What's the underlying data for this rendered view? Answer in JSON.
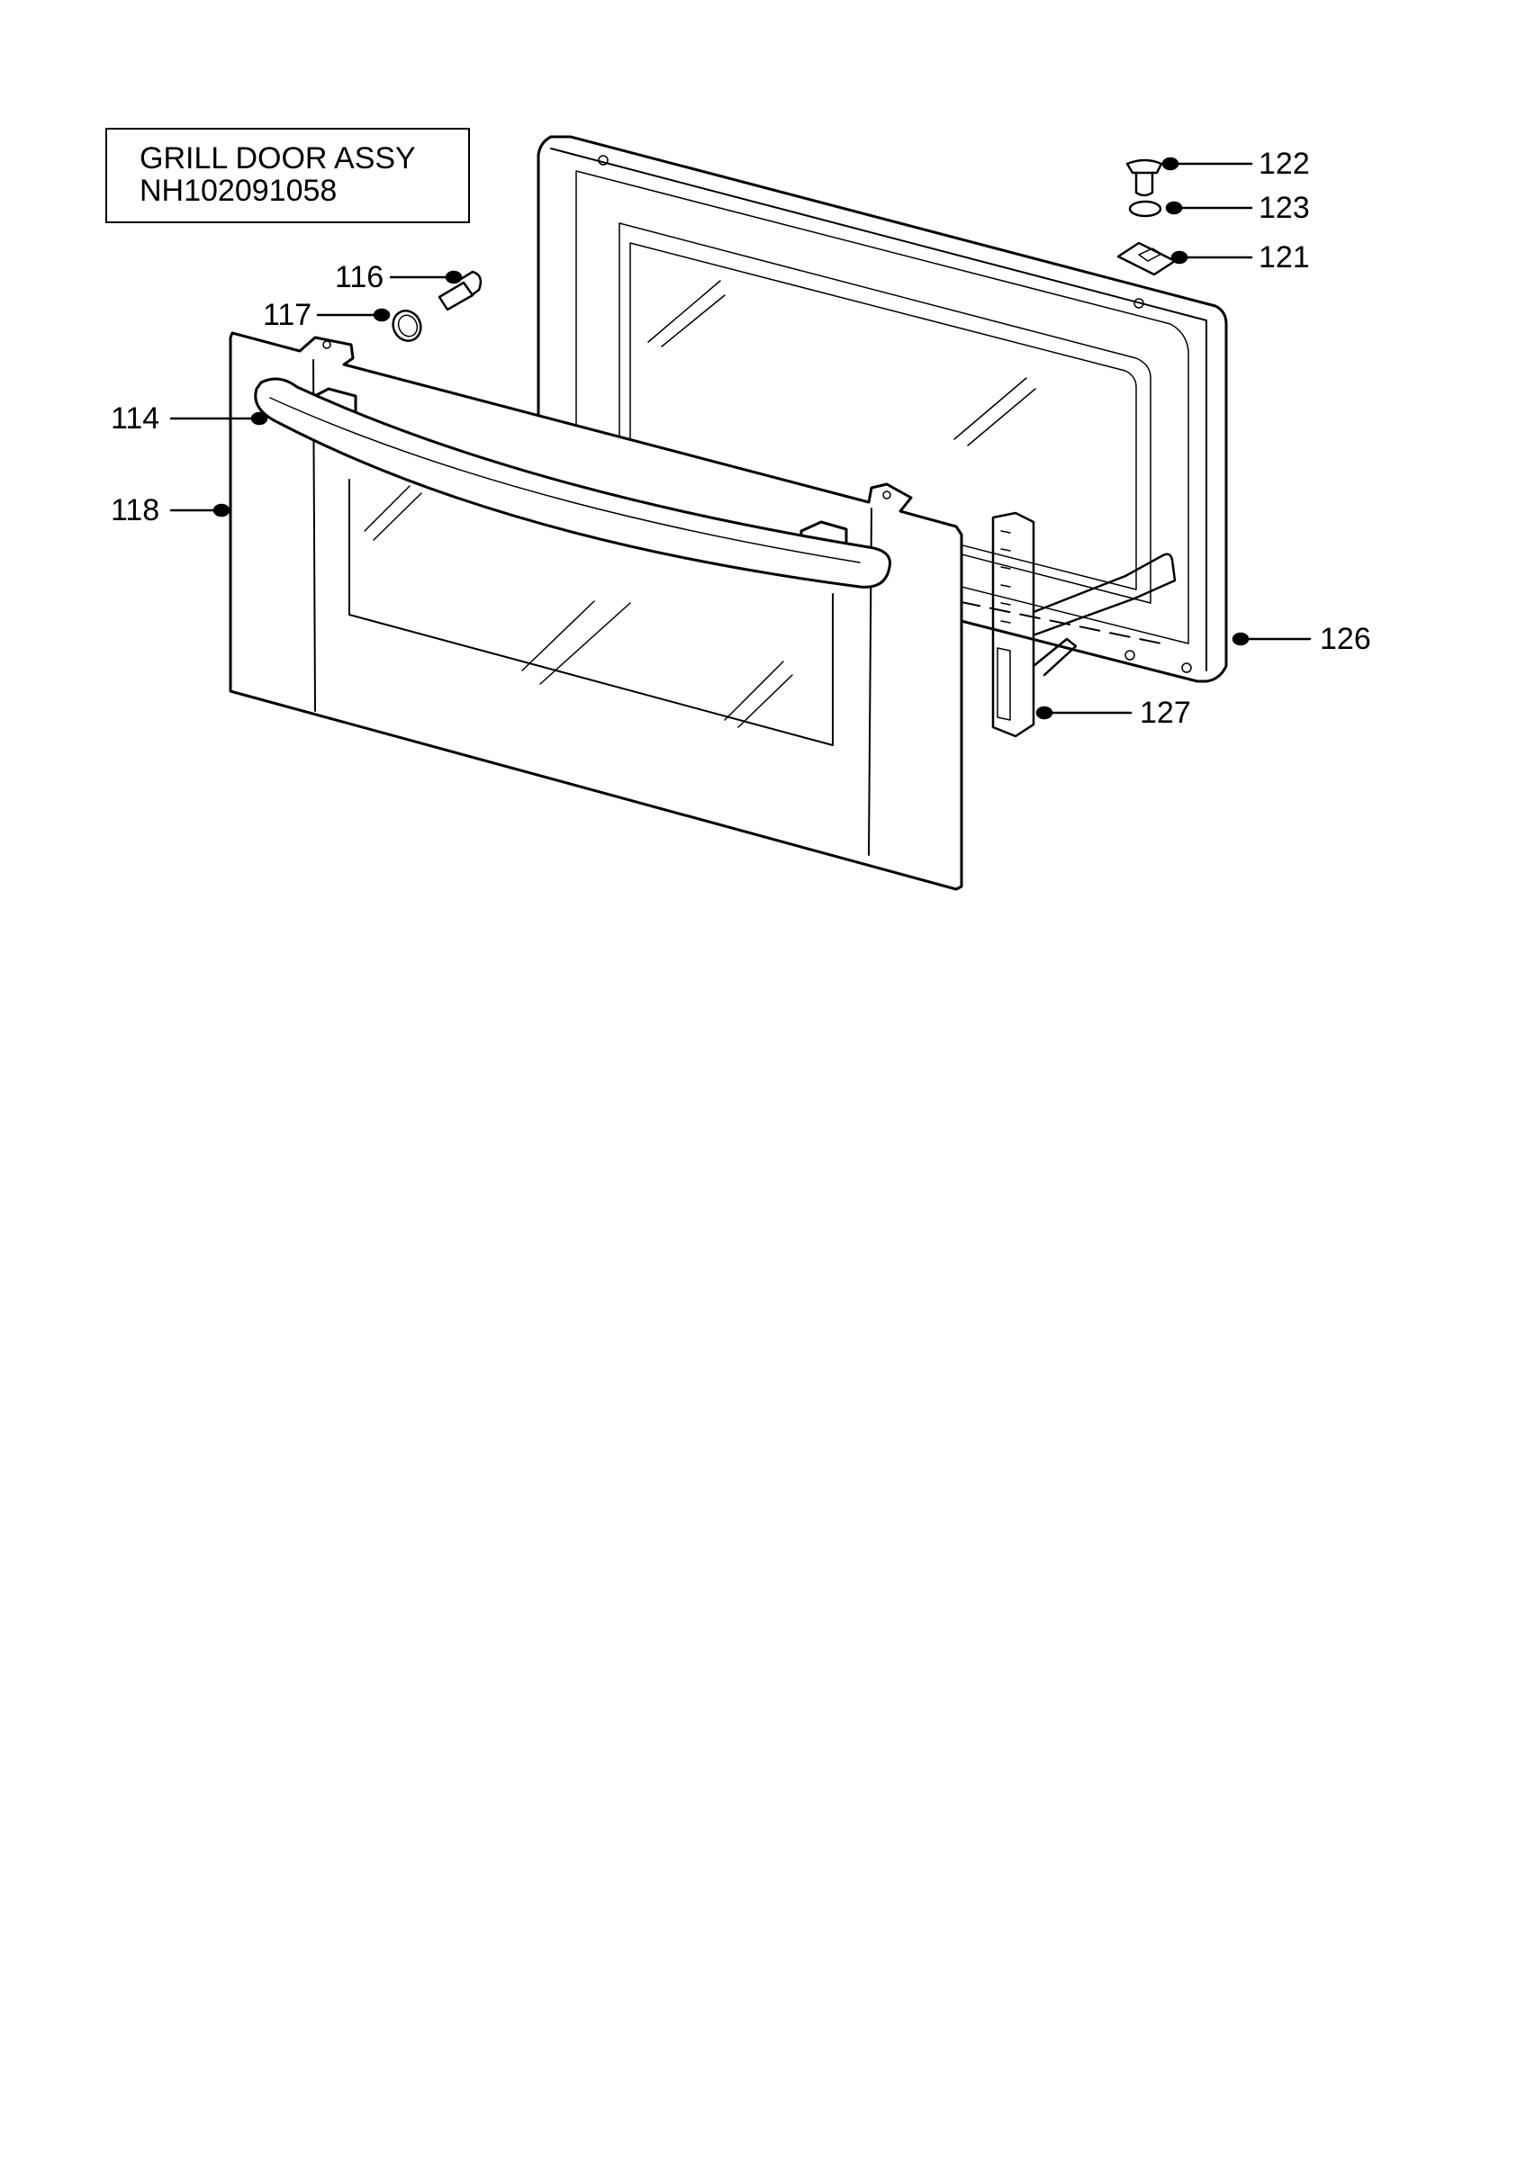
{
  "title": {
    "line1": "GRILL DOOR ASSY",
    "line2": "NH102091058"
  },
  "callouts": {
    "c114": "114",
    "c116": "116",
    "c117": "117",
    "c118": "118",
    "c121": "121",
    "c122": "122",
    "c123": "123",
    "c126": "126",
    "c127": "127"
  },
  "colors": {
    "line": "#000000",
    "background": "#ffffff"
  }
}
